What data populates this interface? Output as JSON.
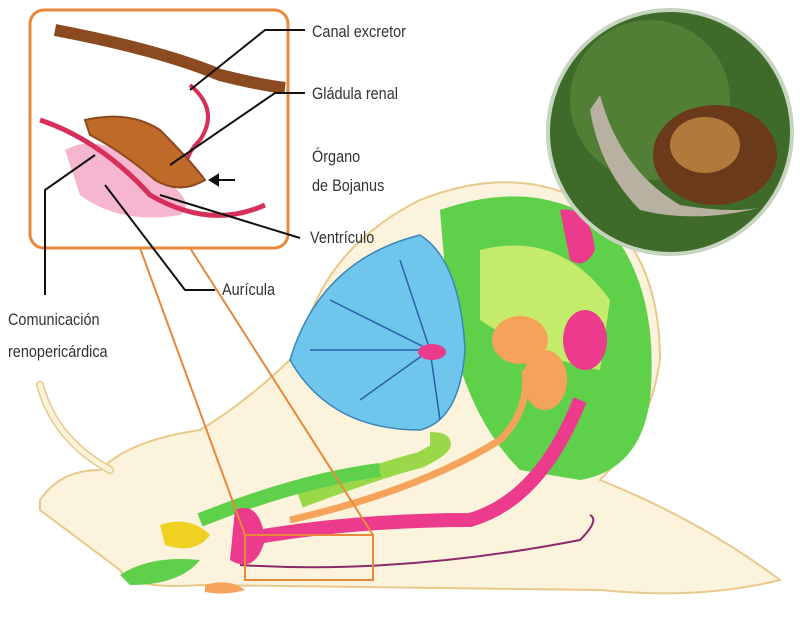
{
  "title": "Aparato excretor del caracol",
  "labels": {
    "canal_excretor": "Canal excretor",
    "glandula_renal": "Gládula renal",
    "organo_line1": "Órgano",
    "organo_line2": "de Bojanus",
    "ventriculo": "Ventrículo",
    "auricula": "Aurícula",
    "comunicacion_line1": "Comunicación",
    "comunicacion_line2": "renopericárdica"
  },
  "colors": {
    "callout_border": "#e8883a",
    "body": "#fbf3dc",
    "lung": "#6fc6ec",
    "digestive_gland": "#5fd04a",
    "reproductive": "#ec3a8c",
    "orange_organ": "#f5a35a",
    "excretory_duct": "#8b4a1f"
  }
}
